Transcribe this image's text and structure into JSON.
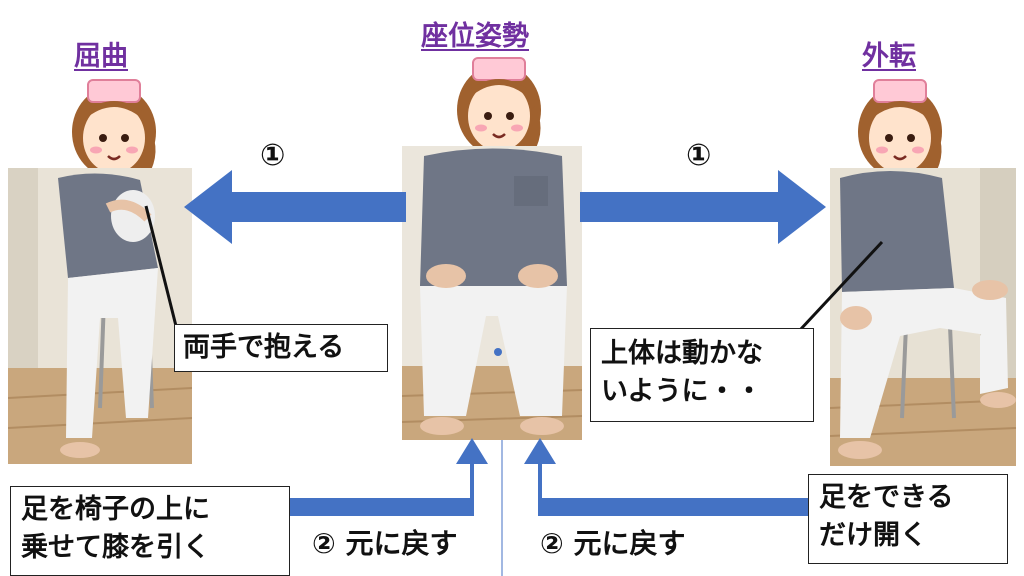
{
  "titles": {
    "left": "屈曲",
    "center": "座位姿勢",
    "right": "外転"
  },
  "steps": {
    "left": "①",
    "right": "①"
  },
  "callouts": {
    "hold_with_hands": "両手で抱える",
    "upper_body": [
      "上体は動かな",
      "いように・・"
    ],
    "put_foot": [
      "足を椅子の上に",
      "乗せて膝を引く"
    ],
    "open_feet": [
      "足をできる",
      "だけ開く"
    ]
  },
  "returns": {
    "left": "② 元に戻す",
    "right": "② 元に戻す"
  },
  "colors": {
    "arrow": "#4472c4",
    "title": "#7030a0",
    "shirt": "#6f7686",
    "pants": "#f2f2f2",
    "floor": "#c9a77d"
  }
}
